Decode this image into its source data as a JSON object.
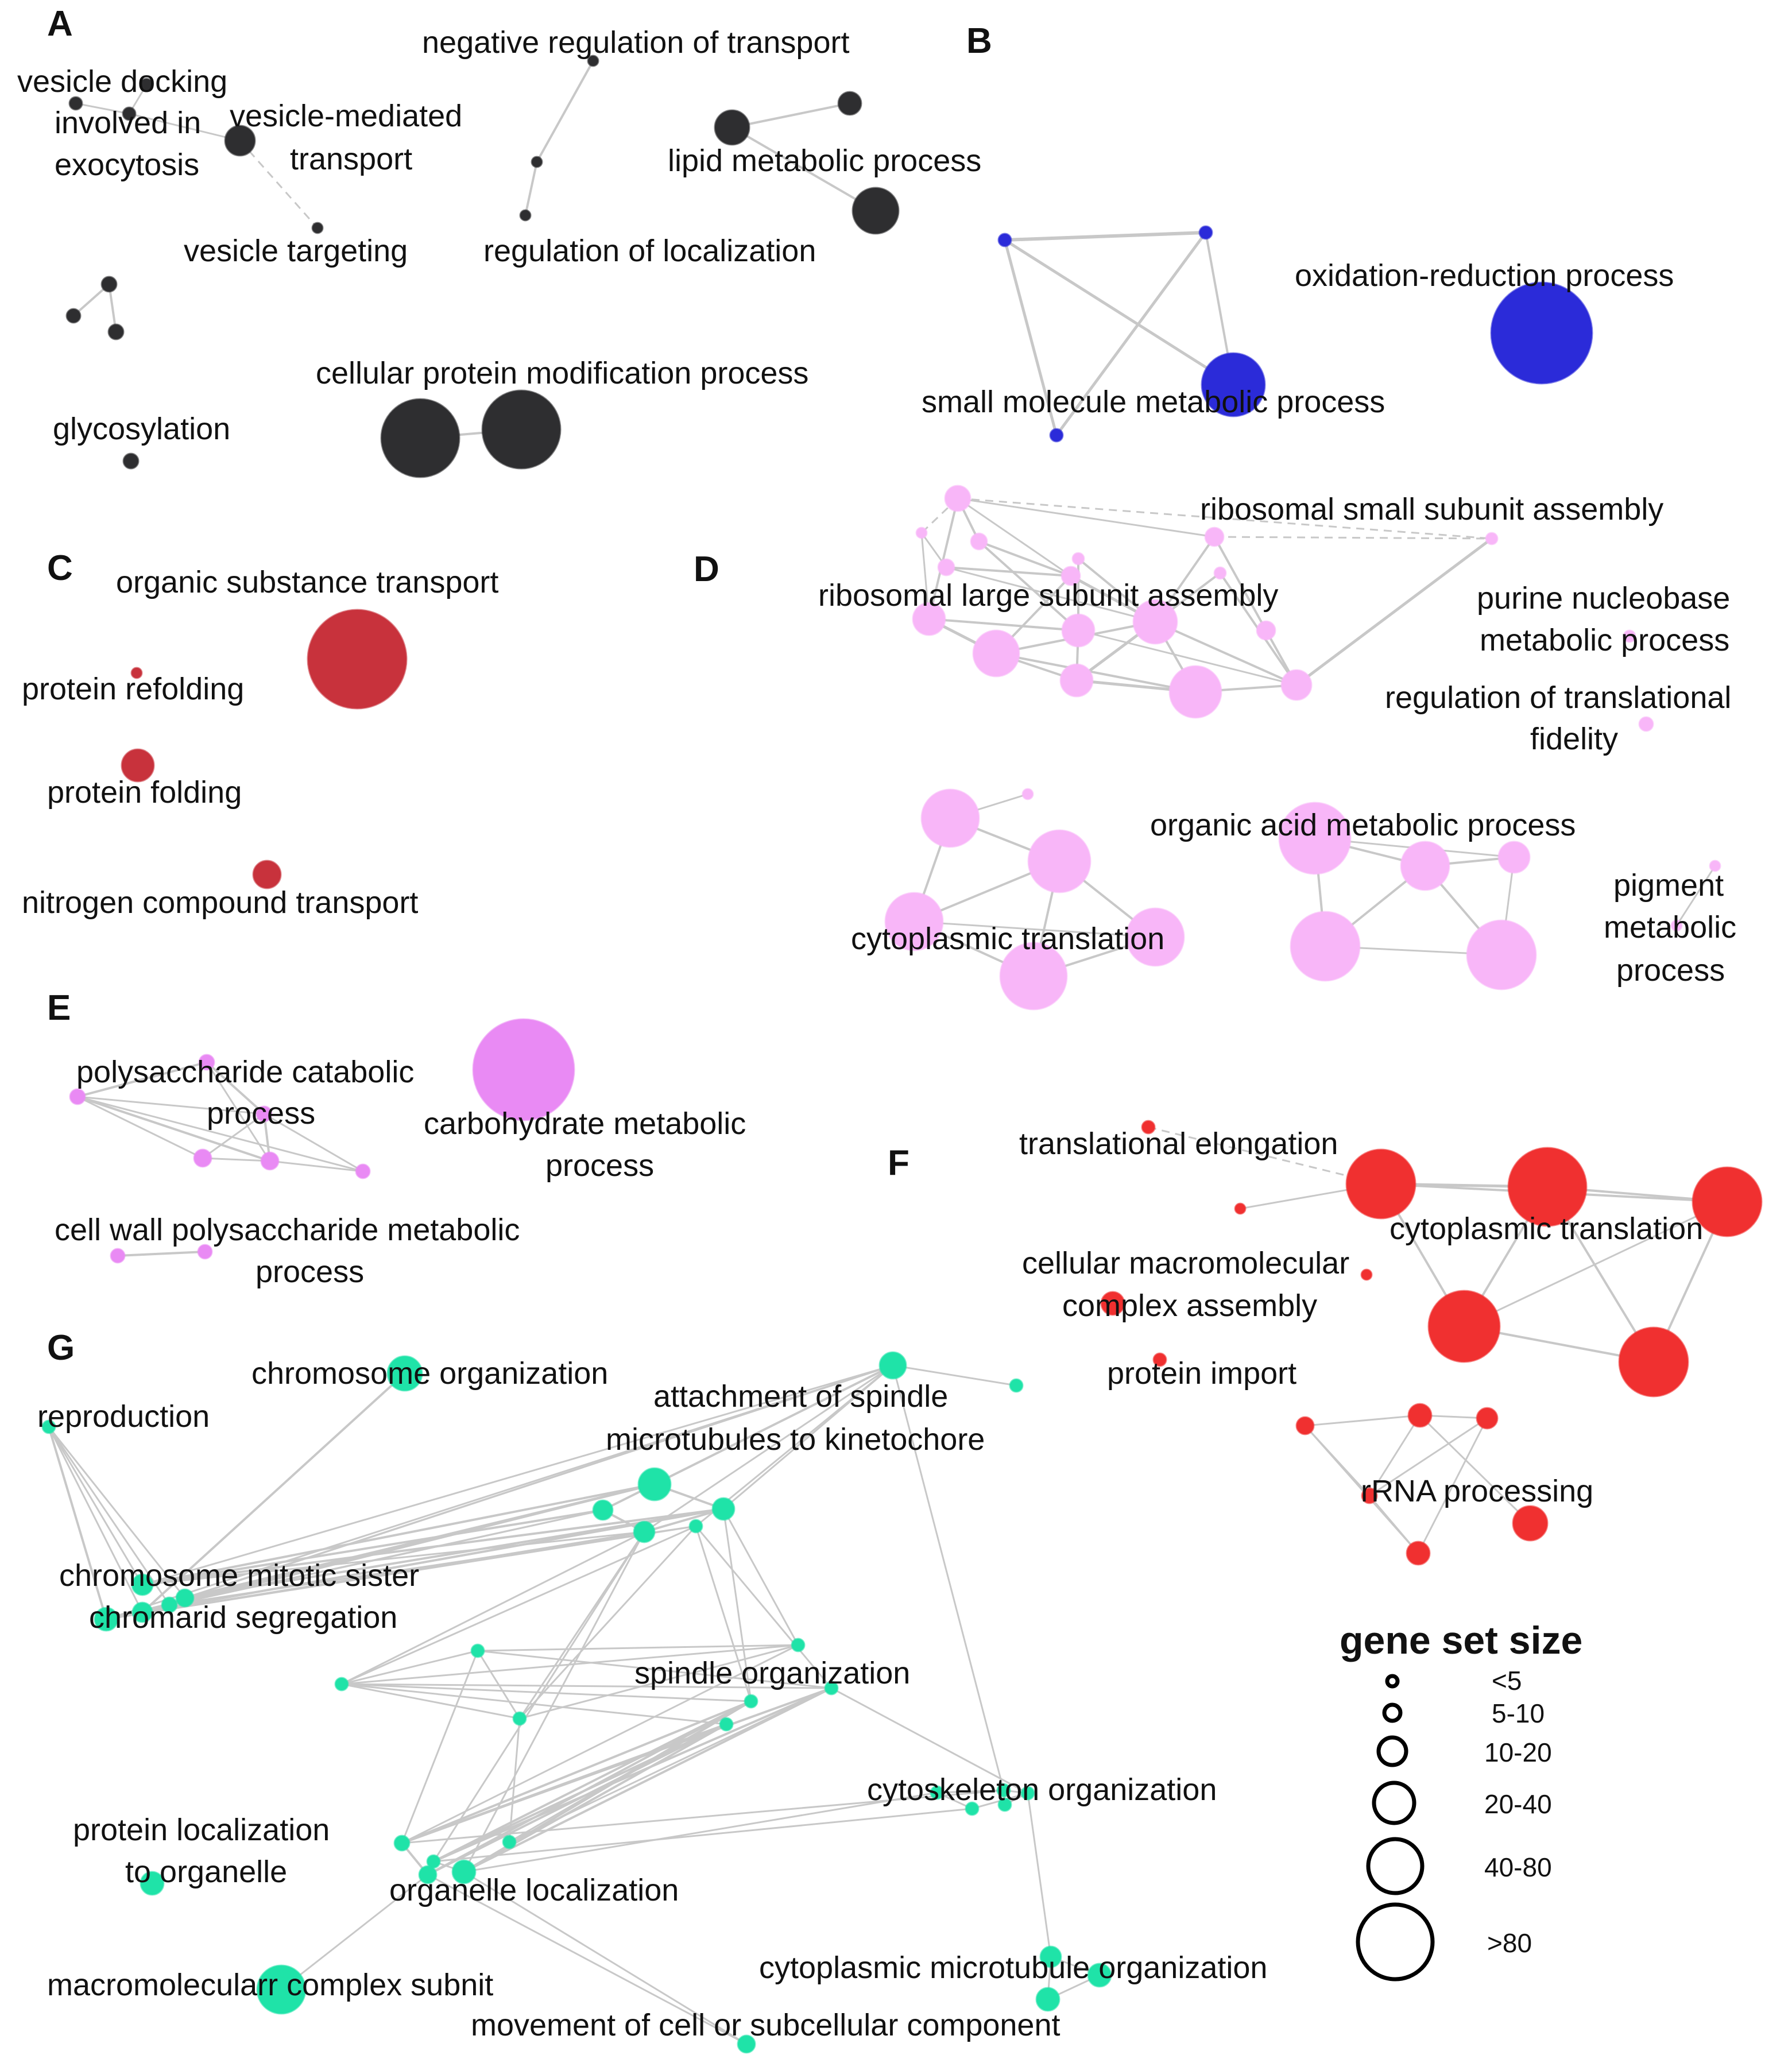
{
  "colors": {
    "A": "#2e2e30",
    "B": "#2b2bd9",
    "C": "#c8323c",
    "D": "#f8b6f8",
    "E": "#e98af4",
    "F": "#f03030",
    "G": "#1fe3a8",
    "edge": "#c8c8c8"
  },
  "panels": [
    {
      "id": "A",
      "letter": "A"
    },
    {
      "id": "B",
      "letter": "B"
    },
    {
      "id": "C",
      "letter": "C"
    },
    {
      "id": "D",
      "letter": "D"
    },
    {
      "id": "E",
      "letter": "E"
    },
    {
      "id": "F",
      "letter": "F"
    },
    {
      "id": "G",
      "letter": "G"
    }
  ],
  "labels": {
    "A": [
      "vesicle docking",
      "involved in",
      "exocytosis",
      "vesicle-mediated",
      "transport",
      "vesicle targeting",
      "negative regulation of transport",
      "lipid metabolic process",
      "regulation of localization",
      "cellular protein modification process",
      "glycosylation"
    ],
    "B": [
      "oxidation-reduction process",
      "small molecule metabolic process"
    ],
    "C": [
      "organic substance transport",
      "protein refolding",
      "protein folding",
      "nitrogen compound transport"
    ],
    "D": [
      "ribosomal small subunit assembly",
      "ribosomal large subunit assembly",
      "purine nucleobase",
      "metabolic process",
      "regulation of translational",
      "fidelity",
      "organic acid metabolic process",
      "pigment",
      "metabolic",
      "process",
      "cytoplasmic translation"
    ],
    "E": [
      "polysaccharide catabolic",
      "process",
      "carbohydrate metabolic",
      "process",
      "cell wall polysaccharide metabolic",
      "process"
    ],
    "F": [
      "translational elongation",
      "cytoplasmic translation",
      "cellular macromolecular",
      "complex assembly",
      "protein import",
      "rRNA processing"
    ],
    "G": [
      "chromosome organization",
      "attachment of spindle",
      "microtubules to kinetochore",
      "reproduction",
      "chromosome mitotic sister",
      "chromarid segregation",
      "spindle organization",
      "cytoskeleton organization",
      "protein localization",
      "to organelle",
      "organelle localization",
      "cytoplasmic microtubule organization",
      "macromolecularr complex subnit",
      "movement of cell or subcellular component"
    ]
  },
  "legend": {
    "title": "gene set size",
    "items": [
      "<5",
      "5-10",
      "10-20",
      "20-40",
      "40-80",
      ">80"
    ]
  }
}
